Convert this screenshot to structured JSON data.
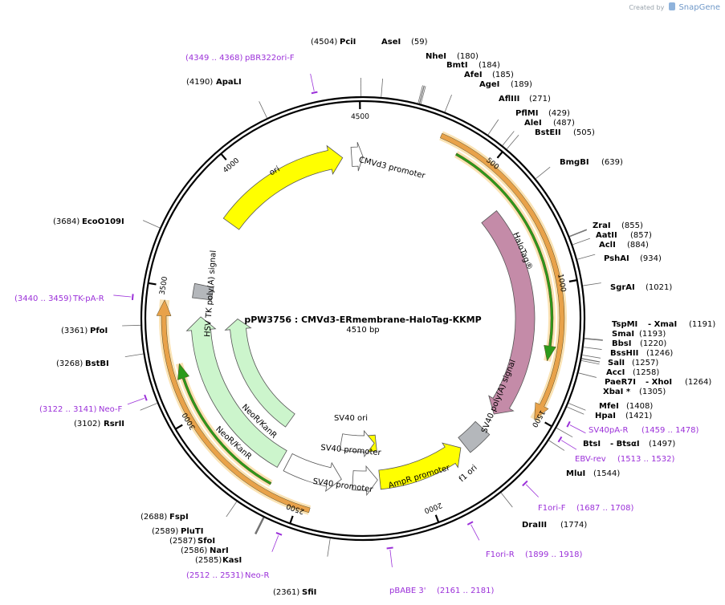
{
  "brand": {
    "created_by": "Created by",
    "app": "SnapGene"
  },
  "plasmid": {
    "name": "pPW3756 : CMVd3-ERmembrane-HaloTag-KKMP",
    "size": "4510 bp",
    "length": 4510
  },
  "ticks": [
    {
      "pos": 500,
      "label": "500"
    },
    {
      "pos": 1000,
      "label": "1000"
    },
    {
      "pos": 1500,
      "label": "1500"
    },
    {
      "pos": 2000,
      "label": "2000"
    },
    {
      "pos": 2500,
      "label": "2500"
    },
    {
      "pos": 3000,
      "label": "3000"
    },
    {
      "pos": 3500,
      "label": "3500"
    },
    {
      "pos": 4000,
      "label": "4000"
    },
    {
      "pos": 4500,
      "label": "4500"
    }
  ],
  "features": [
    {
      "name": "ori",
      "start": 3830,
      "end": 4420,
      "direction": "cw",
      "ring": "inner1",
      "color": "#ffff00"
    },
    {
      "name": "CMVd3 promoter",
      "start": 4460,
      "end": 4510,
      "direction": "cw",
      "ring": "inner1",
      "color": "#ffffff"
    },
    {
      "name": "HaloTag®",
      "start": 640,
      "end": 1580,
      "direction": "cw",
      "ring": "inner1",
      "color": "#c48ba8"
    },
    {
      "name": "SV40 poly(A) signal",
      "start": 1660,
      "end": 1770,
      "direction": "none",
      "ring": "inner1",
      "color": "#b4b7bb"
    },
    {
      "name": "f1 ori",
      "start": 1790,
      "end": 2180,
      "direction": "ccw",
      "ring": "inner1",
      "color": "#ffff00"
    },
    {
      "name": "AmpR promoter",
      "start": 2190,
      "end": 2300,
      "direction": "ccw",
      "ring": "inner1",
      "color": "#ffffff"
    },
    {
      "name": "SV40 promoter",
      "start": 2350,
      "end": 2600,
      "direction": "ccw",
      "ring": "inner1",
      "color": "#ffffff"
    },
    {
      "name": "NeoR/KanR",
      "start": 2630,
      "end": 3390,
      "direction": "cw",
      "ring": "inner1",
      "color": "#ccf5cc"
    },
    {
      "name": "HSV TK poly(A) signal",
      "start": 3470,
      "end": 3530,
      "direction": "none",
      "ring": "inner1",
      "color": "#b4b7bb"
    },
    {
      "name": "SV40 ori",
      "start": 2180,
      "end": 2300,
      "direction": "none",
      "ring": "inner2",
      "color": "#ffff00"
    },
    {
      "name": "SV40 promoter",
      "start": 2190,
      "end": 2380,
      "direction": "ccw",
      "ring": "inner2",
      "color": "#ffffff"
    },
    {
      "name": "NeoR/KanR",
      "start": 2700,
      "end": 3380,
      "direction": "cw",
      "ring": "inner2",
      "color": "#ccf5cc"
    }
  ],
  "orfs": [
    {
      "start": 290,
      "end": 1510,
      "direction": "cw",
      "ring": "orf1",
      "color": "#e8a24a"
    },
    {
      "start": 370,
      "end": 1290,
      "direction": "cw",
      "ring": "orf2",
      "color": "#2c9a1a"
    },
    {
      "start": 2450,
      "end": 3450,
      "direction": "cw",
      "ring": "orf1",
      "color": "#e8a24a"
    },
    {
      "start": 2620,
      "end": 3210,
      "direction": "cw",
      "ring": "orf2",
      "color": "#2c9a1a"
    }
  ],
  "enzymes": [
    {
      "name": "PciI",
      "pos_label": "(4504)"
    },
    {
      "name": "AseI",
      "pos_label": "(59)"
    },
    {
      "name": "NheI",
      "pos_label": "(180)"
    },
    {
      "name": "BmtI",
      "pos_label": "(184)"
    },
    {
      "name": "AfeI",
      "pos_label": "(185)"
    },
    {
      "name": "AgeI",
      "pos_label": "(189)"
    },
    {
      "name": "AflIII",
      "pos_label": "(271)"
    },
    {
      "name": "PflMI",
      "pos_label": "(429)"
    },
    {
      "name": "AleI",
      "pos_label": "(487)"
    },
    {
      "name": "BstEII",
      "pos_label": "(505)"
    },
    {
      "name": "BmgBI",
      "pos_label": "(639)"
    },
    {
      "name": "ZraI",
      "pos_label": "(855)"
    },
    {
      "name": "AatII",
      "pos_label": "(857)"
    },
    {
      "name": "AclI",
      "pos_label": "(884)"
    },
    {
      "name": "PshAI",
      "pos_label": "(934)"
    },
    {
      "name": "SgrAI",
      "pos_label": "(1021)"
    },
    {
      "name": "TspMI",
      "pos_label": ""
    },
    {
      "name": "- XmaI",
      "pos_label": "(1191)"
    },
    {
      "name": "SmaI",
      "pos_label": "(1193)"
    },
    {
      "name": "BbsI",
      "pos_label": "(1220)"
    },
    {
      "name": "BssHII",
      "pos_label": "(1246)"
    },
    {
      "name": "SalI",
      "pos_label": "(1257)"
    },
    {
      "name": "AccI",
      "pos_label": "(1258)"
    },
    {
      "name": "PaeR7I",
      "pos_label": ""
    },
    {
      "name": "- XhoI",
      "pos_label": "(1264)"
    },
    {
      "name": "XbaI *",
      "pos_label": "(1305)"
    },
    {
      "name": "MfeI",
      "pos_label": "(1408)"
    },
    {
      "name": "HpaI",
      "pos_label": "(1421)"
    },
    {
      "name": "BtsI",
      "pos_label": ""
    },
    {
      "name": "- BtsαI",
      "pos_label": "(1497)"
    },
    {
      "name": "MluI",
      "pos_label": "(1544)"
    },
    {
      "name": "DraIII",
      "pos_label": "(1774)"
    },
    {
      "name": "SfiI",
      "pos_label": "(2361)"
    },
    {
      "name": "KasI",
      "pos_label": "(2585)"
    },
    {
      "name": "NarI",
      "pos_label": "(2586)"
    },
    {
      "name": "SfoI",
      "pos_label": "(2587)"
    },
    {
      "name": "PluTI",
      "pos_label": "(2589)"
    },
    {
      "name": "FspI",
      "pos_label": "(2688)"
    },
    {
      "name": "RsrII",
      "pos_label": "(3102)"
    },
    {
      "name": "BstBI",
      "pos_label": "(3268)"
    },
    {
      "name": "PfoI",
      "pos_label": "(3361)"
    },
    {
      "name": "EcoO109I",
      "pos_label": "(3684)"
    },
    {
      "name": "ApaLI",
      "pos_label": "(4190)"
    }
  ],
  "primers": [
    {
      "name": "pBR322ori-F",
      "range": "(4349 .. 4368)"
    },
    {
      "name": "SV40pA-R",
      "range": "(1459 .. 1478)"
    },
    {
      "name": "EBV-rev",
      "range": "(1513 .. 1532)"
    },
    {
      "name": "F1ori-F",
      "range": "(1687 .. 1708)"
    },
    {
      "name": "F1ori-R",
      "range": "(1899 .. 1918)"
    },
    {
      "name": "pBABE 3'",
      "range": "(2161 .. 2181)"
    },
    {
      "name": "Neo-R",
      "range": "(2512 .. 2531)"
    },
    {
      "name": "Neo-F",
      "range": "(3122 .. 3141)"
    },
    {
      "name": "TK-pA-R",
      "range": "(3440 .. 3459)"
    }
  ],
  "colors": {
    "backbone": "#000000",
    "primer": "#9b30d9",
    "enzyme_line": "#6b6b6b"
  }
}
